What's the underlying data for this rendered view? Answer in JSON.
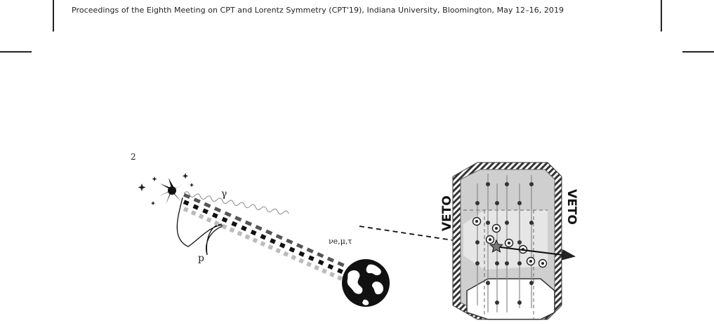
{
  "header": {
    "running_title": "Proceedings of the Eighth Meeting on CPT and Lorentz Symmetry (CPT'19), Indiana University, Bloomington, May 12–16, 2019"
  },
  "page_number": "2",
  "figure": {
    "label_gamma": "γ",
    "label_proton": "p",
    "label_neutrino": "νe,μ,τ",
    "label_veto_left": "VETO",
    "label_veto_right": "VETO"
  }
}
